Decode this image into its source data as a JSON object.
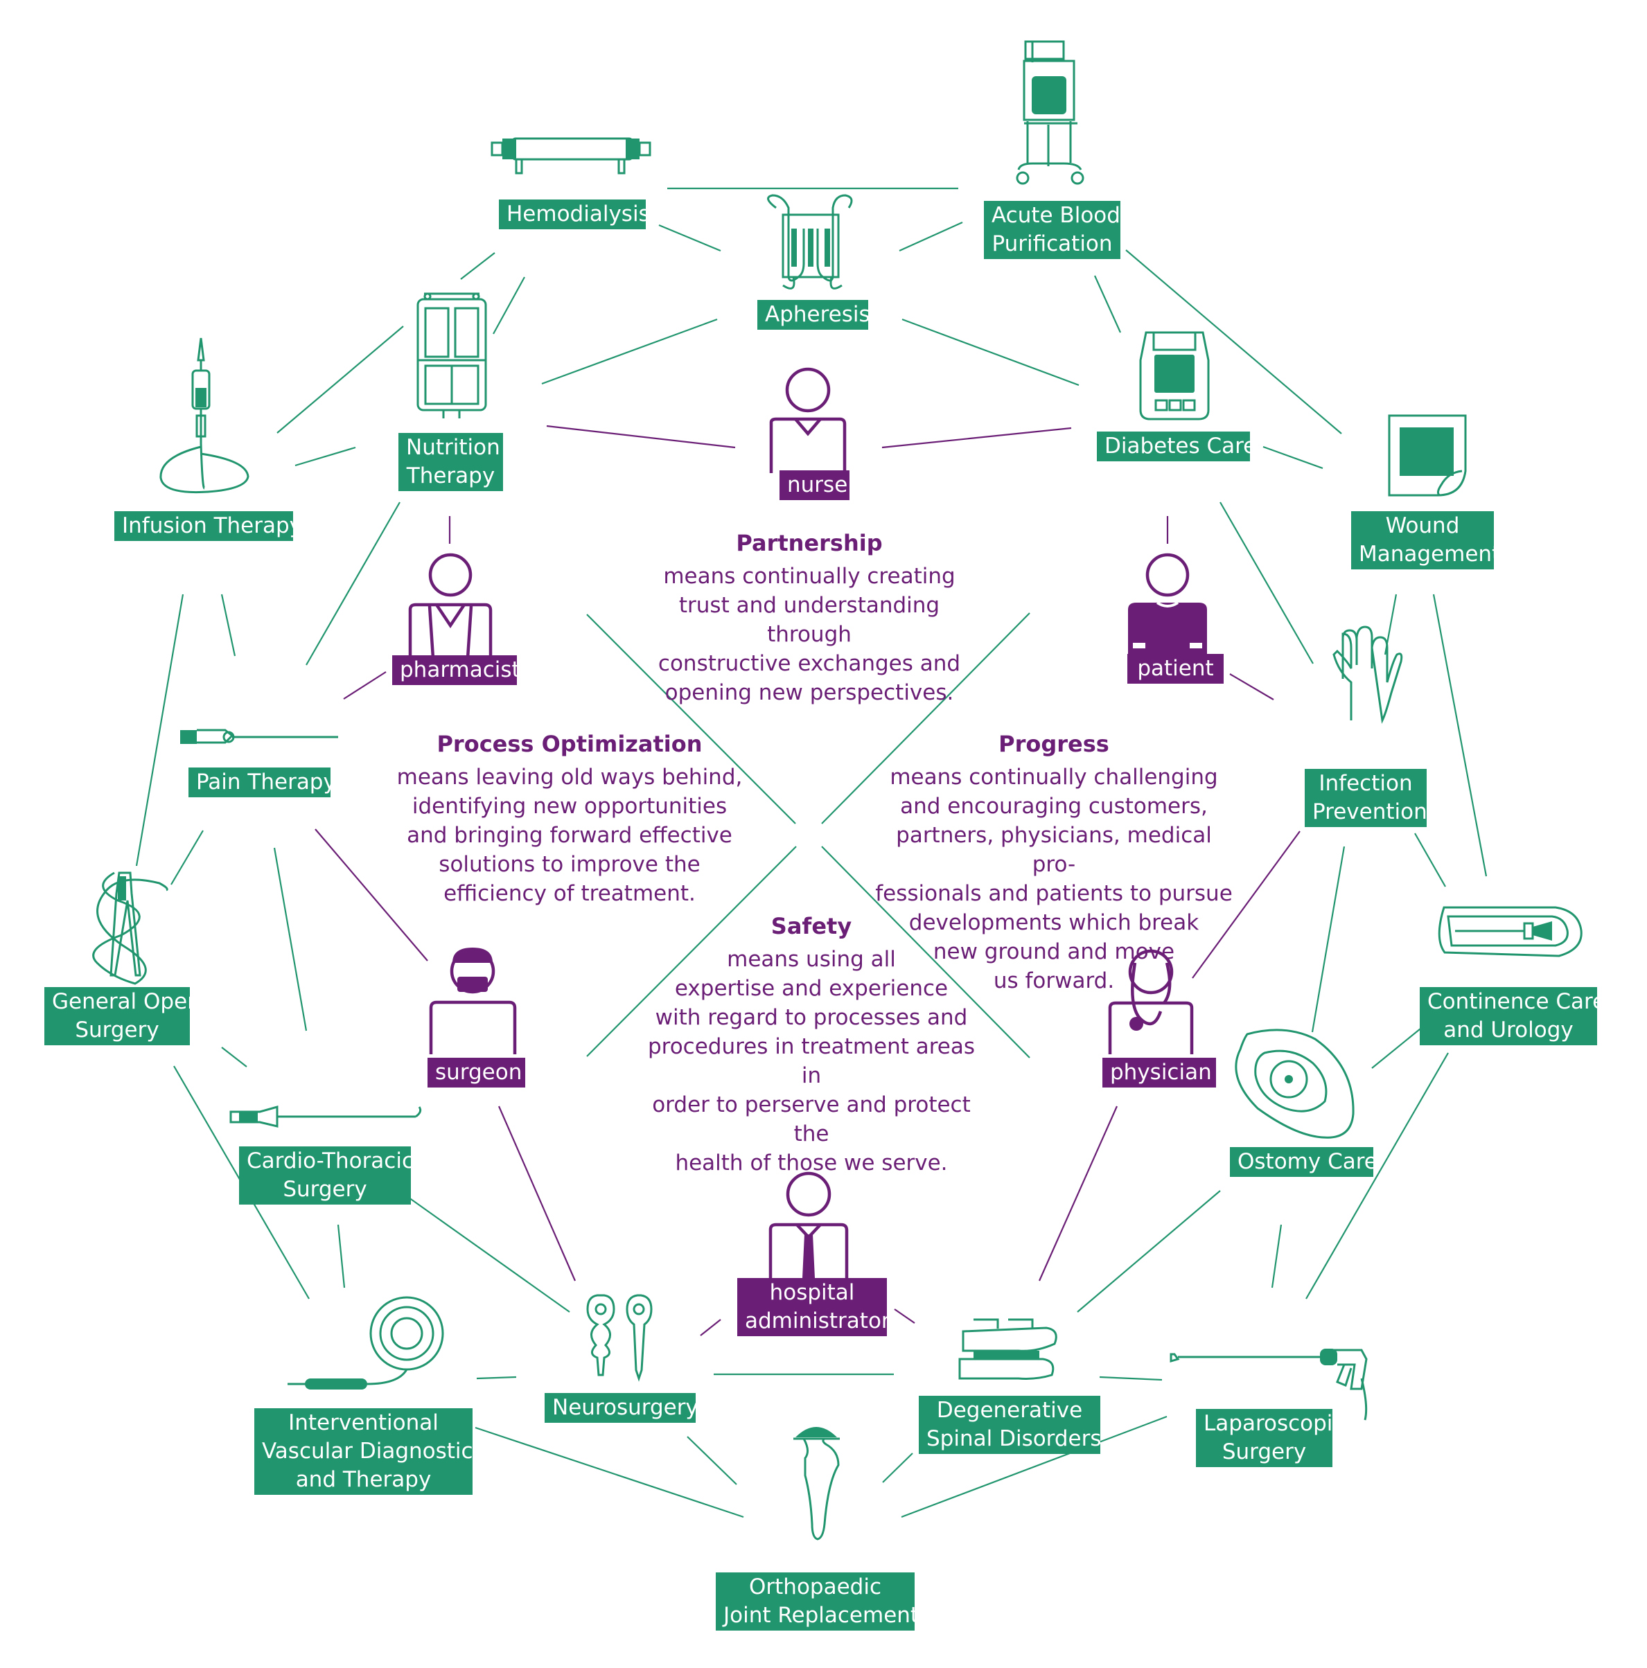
{
  "therapy_areas": {
    "hemodialysis": {
      "lines": [
        "Hemodialysis"
      ]
    },
    "acute_blood_purification": {
      "lines": [
        "Acute Blood",
        "Purification"
      ]
    },
    "apheresis": {
      "lines": [
        "Apheresis"
      ]
    },
    "nutrition_therapy": {
      "lines": [
        "Nutrition",
        "Therapy"
      ]
    },
    "diabetes_care": {
      "lines": [
        "Diabetes Care"
      ]
    },
    "infusion_therapy": {
      "lines": [
        "Infusion Therapy"
      ]
    },
    "wound_management": {
      "lines": [
        "Wound",
        "Management"
      ]
    },
    "pain_therapy": {
      "lines": [
        "Pain Therapy"
      ]
    },
    "infection_prevention": {
      "lines": [
        "Infection",
        "Prevention"
      ]
    },
    "general_open_surgery": {
      "lines": [
        "General Open",
        "Surgery"
      ]
    },
    "continence_care": {
      "lines": [
        "Continence Care",
        "and Urology"
      ]
    },
    "cardio_thoracic": {
      "lines": [
        "Cardio-Thoracic",
        "Surgery"
      ]
    },
    "ostomy_care": {
      "lines": [
        "Ostomy Care"
      ]
    },
    "neurosurgery": {
      "lines": [
        "Neurosurgery"
      ]
    },
    "degenerative_spinal": {
      "lines": [
        "Degenerative",
        "Spinal Disorders"
      ]
    },
    "interventional_vascular": {
      "lines": [
        "Interventional",
        "Vascular Diagnostics",
        "and Therapy"
      ]
    },
    "laparoscopic": {
      "lines": [
        "Laparoscopic",
        "Surgery"
      ]
    },
    "orthopaedic": {
      "lines": [
        "Orthopaedic",
        "Joint Replacement"
      ]
    }
  },
  "roles": {
    "nurse": {
      "lines": [
        "nurse"
      ]
    },
    "pharmacist": {
      "lines": [
        "pharmacist"
      ]
    },
    "patient": {
      "lines": [
        "patient"
      ]
    },
    "surgeon": {
      "lines": [
        "surgeon"
      ]
    },
    "physician": {
      "lines": [
        "physician"
      ]
    },
    "hospital_administrator": {
      "lines": [
        "hospital",
        "administrator"
      ]
    }
  },
  "values": {
    "partnership": {
      "title": "Partnership",
      "body": "means continually creating\ntrust and understanding through\nconstructive exchanges and\nopening new perspectives."
    },
    "process_optimization": {
      "title": "Process Optimization",
      "body": "means leaving old ways behind,\nidentifying new opportunities\nand bringing forward effective\nsolutions to improve the\nefficiency of treatment."
    },
    "progress": {
      "title": "Progress",
      "body": "means continually challenging\nand encouraging customers,\npartners, physicians, medical pro-\nfessionals and patients to pursue\ndevelopments which break\nnew ground and move\nus forward."
    },
    "safety": {
      "title": "Safety",
      "body": "means using all\nexpertise and experience\nwith regard to processes and\nprocedures in treatment areas in\norder to perserve and protect the\nhealth of those we serve."
    }
  },
  "colors": {
    "green": "#21956d",
    "purple": "#6a1e75"
  },
  "icons": [
    "dialyzer-icon",
    "blood-purification-machine-icon",
    "apheresis-tubing-icon",
    "nutrition-bag-icon",
    "glucose-meter-icon",
    "infusion-set-icon",
    "wound-dressing-icon",
    "pain-needle-icon",
    "glove-hand-icon",
    "surgical-clamp-icon",
    "catheter-icon",
    "cardio-instrument-icon",
    "ostomy-bag-icon",
    "aneurysm-clips-icon",
    "spinal-instrument-icon",
    "vascular-coil-icon",
    "laparoscopic-grasper-icon",
    "hip-implant-icon",
    "person-icon"
  ]
}
